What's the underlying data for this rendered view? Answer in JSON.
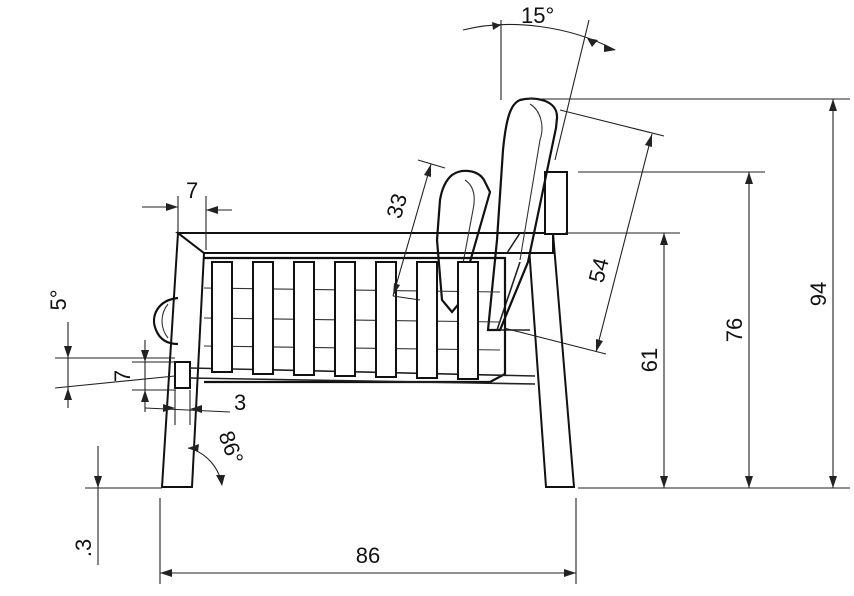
{
  "drawing": {
    "labels": {
      "backrest_angle": "15°",
      "armrest_thickness": "7",
      "seat_tilt": "5°",
      "cushion_depth": "33",
      "backrest_height": "54",
      "seat_front_drop": "7",
      "seat_offset": "3",
      "leg_angle": "86°",
      "floor_clearance": ".3",
      "overall_depth": "86",
      "seat_height": "61",
      "armrest_height": "76",
      "overall_height": "94"
    }
  }
}
